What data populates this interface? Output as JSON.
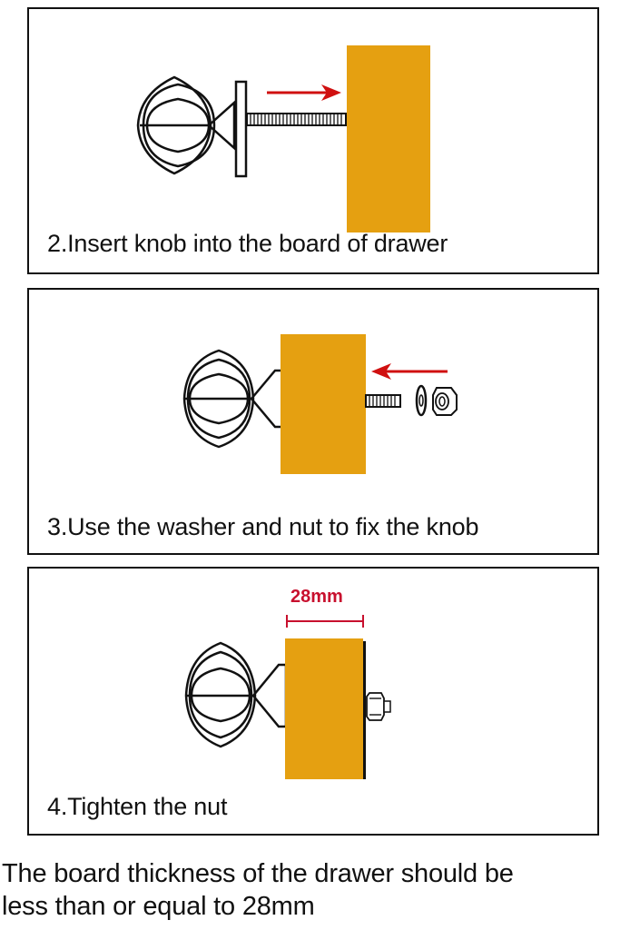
{
  "steps": [
    {
      "number": 2,
      "label": "2.Insert knob into the board of drawer",
      "arrow_direction": "right"
    },
    {
      "number": 3,
      "label": "3.Use the washer and nut to fix the knob",
      "arrow_direction": "left"
    },
    {
      "number": 4,
      "label": "4.Tighten the nut",
      "dimension_label": "28mm"
    }
  ],
  "note": {
    "line1": "The board thickness of the drawer should be",
    "line2": "less than or equal to 28mm"
  },
  "colors": {
    "board": "#E5A011",
    "arrow": "#D01010",
    "dimension": "#C8102E",
    "outline": "#111111"
  }
}
